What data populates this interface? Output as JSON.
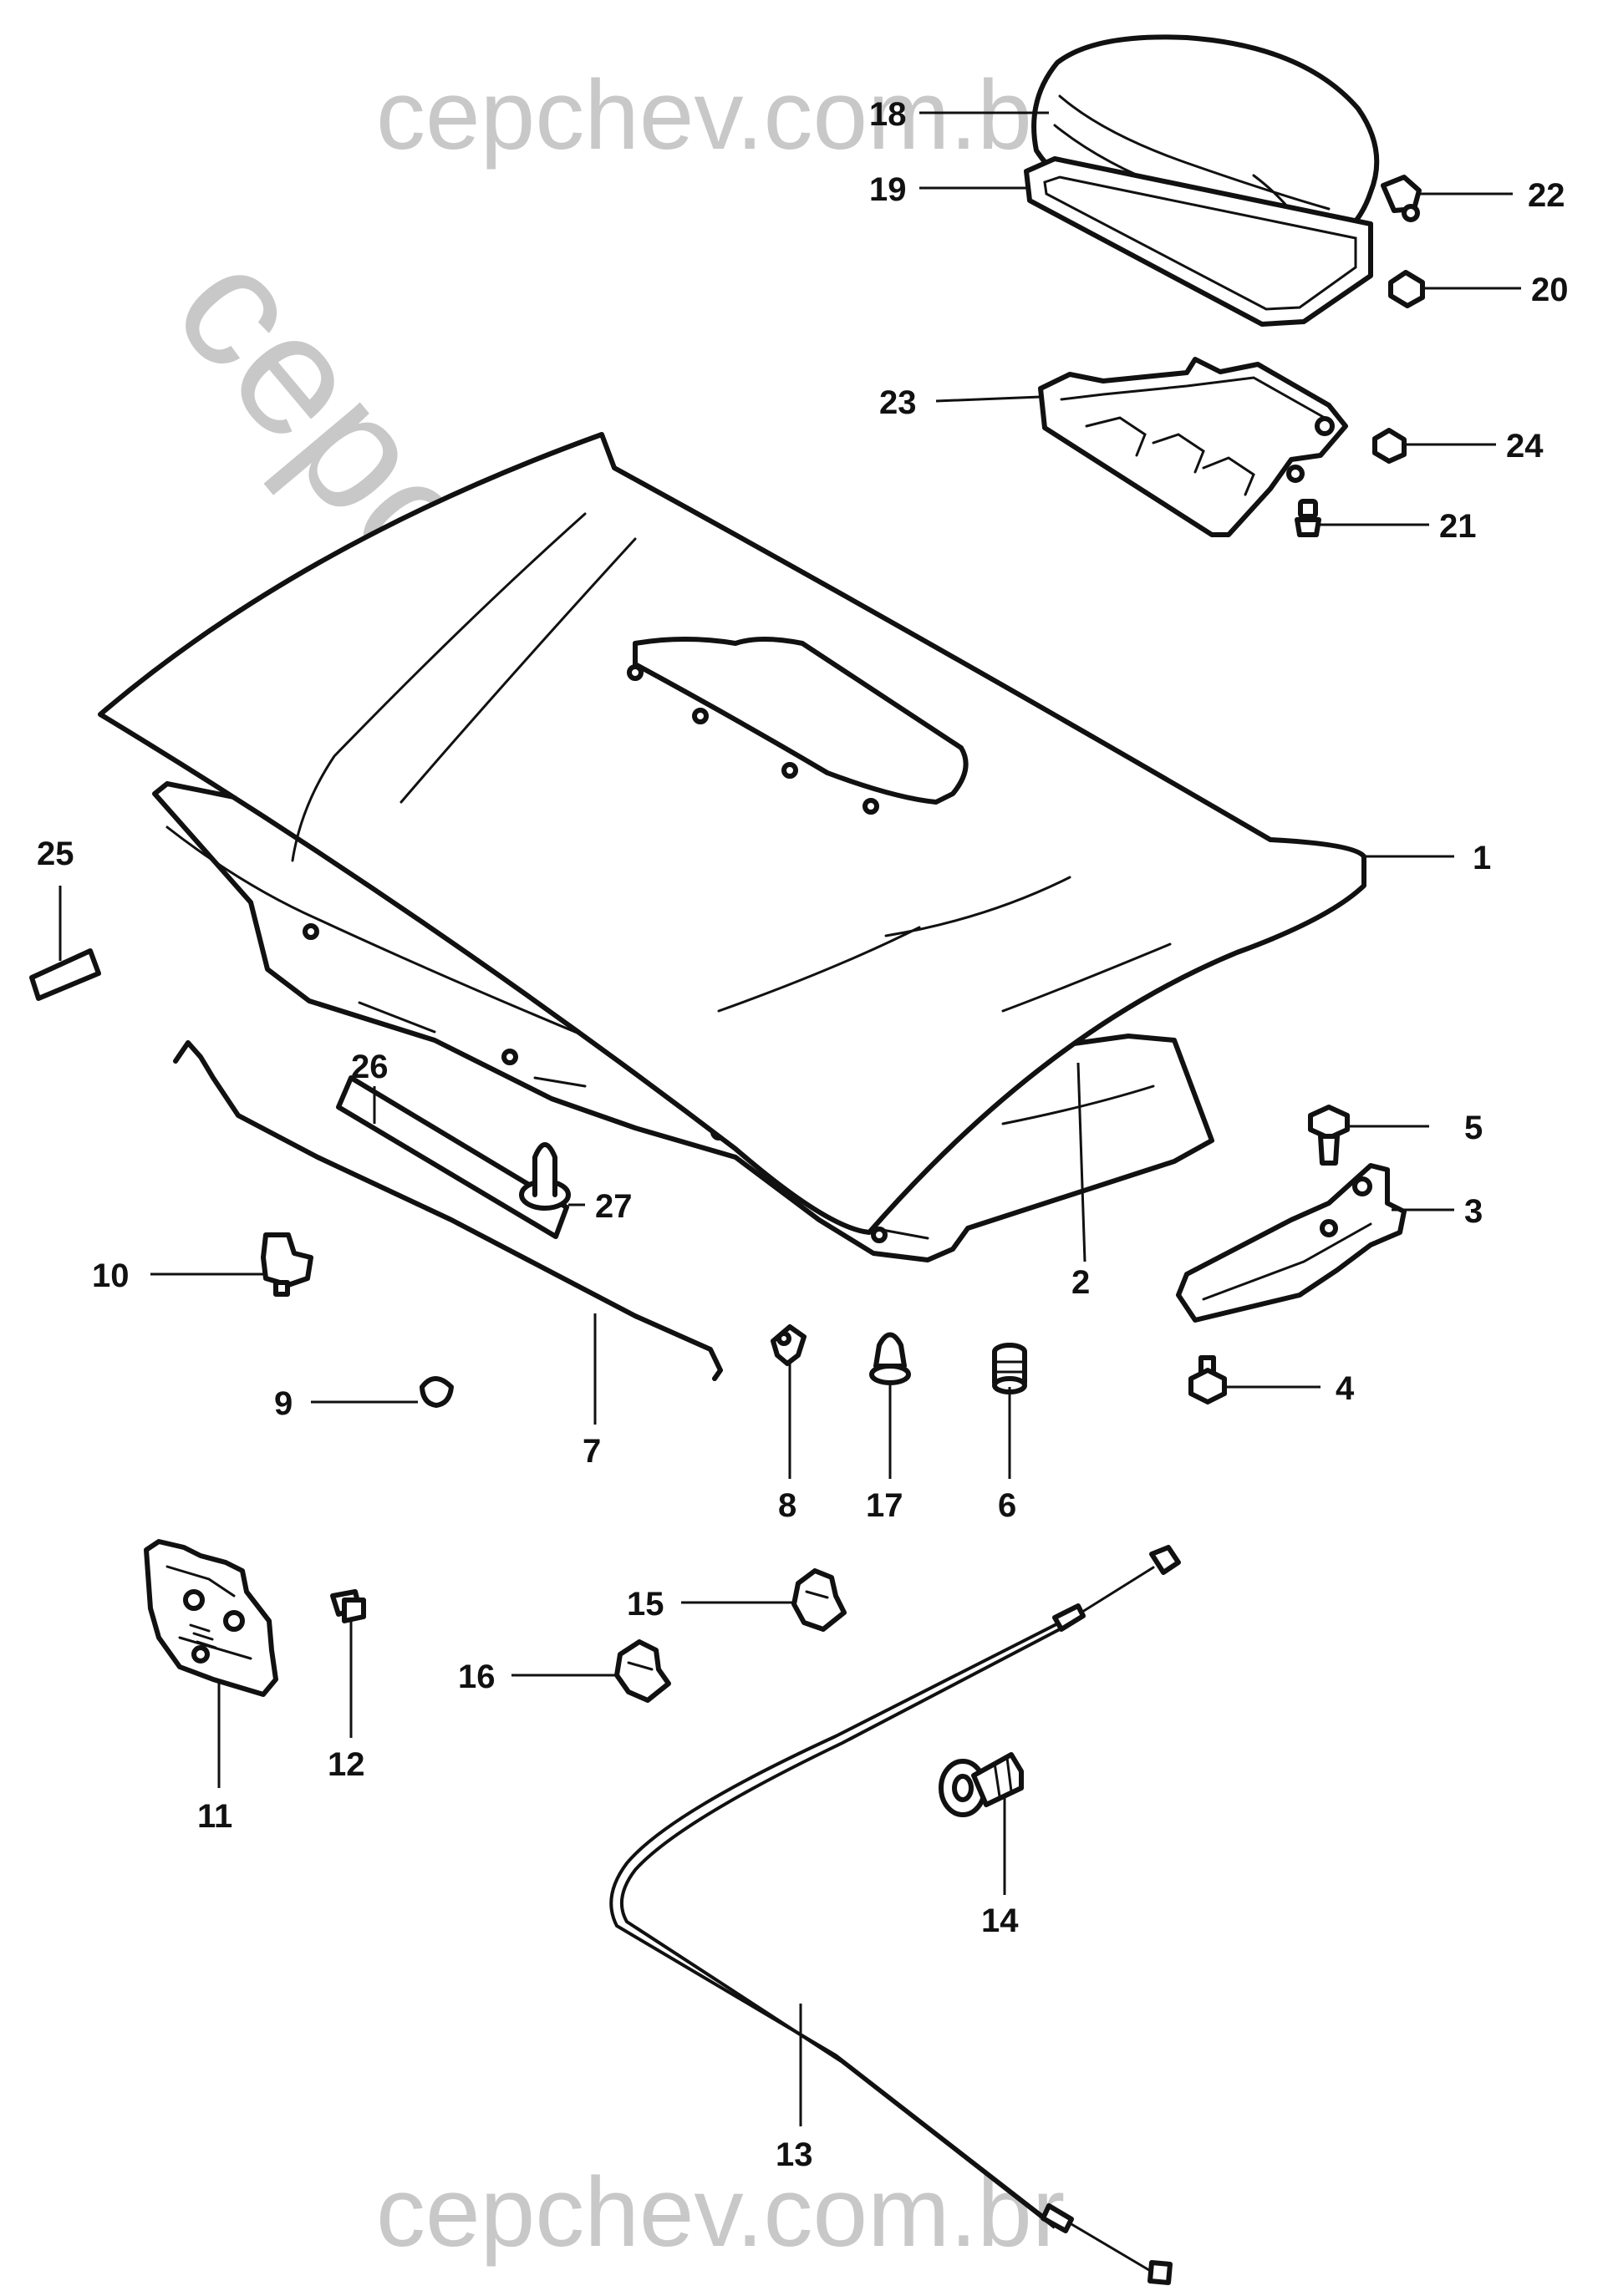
{
  "watermarks": {
    "top": "cepchev.com.br",
    "diagonal": "cepchev.com.br",
    "bottom": "cepchev.com.br"
  },
  "callouts": {
    "c1": "1",
    "c2": "2",
    "c3": "3",
    "c4": "4",
    "c5": "5",
    "c6": "6",
    "c7": "7",
    "c8": "8",
    "c9": "9",
    "c10": "10",
    "c11": "11",
    "c12": "12",
    "c13": "13",
    "c14": "14",
    "c15": "15",
    "c16": "16",
    "c17": "17",
    "c18": "18",
    "c19": "19",
    "c20": "20",
    "c21": "21",
    "c22": "22",
    "c23": "23",
    "c24": "24",
    "c25": "25",
    "c26": "26",
    "c27": "27"
  },
  "colors": {
    "line": "#111111",
    "watermark": "#c8c8c8",
    "background": "#ffffff"
  }
}
